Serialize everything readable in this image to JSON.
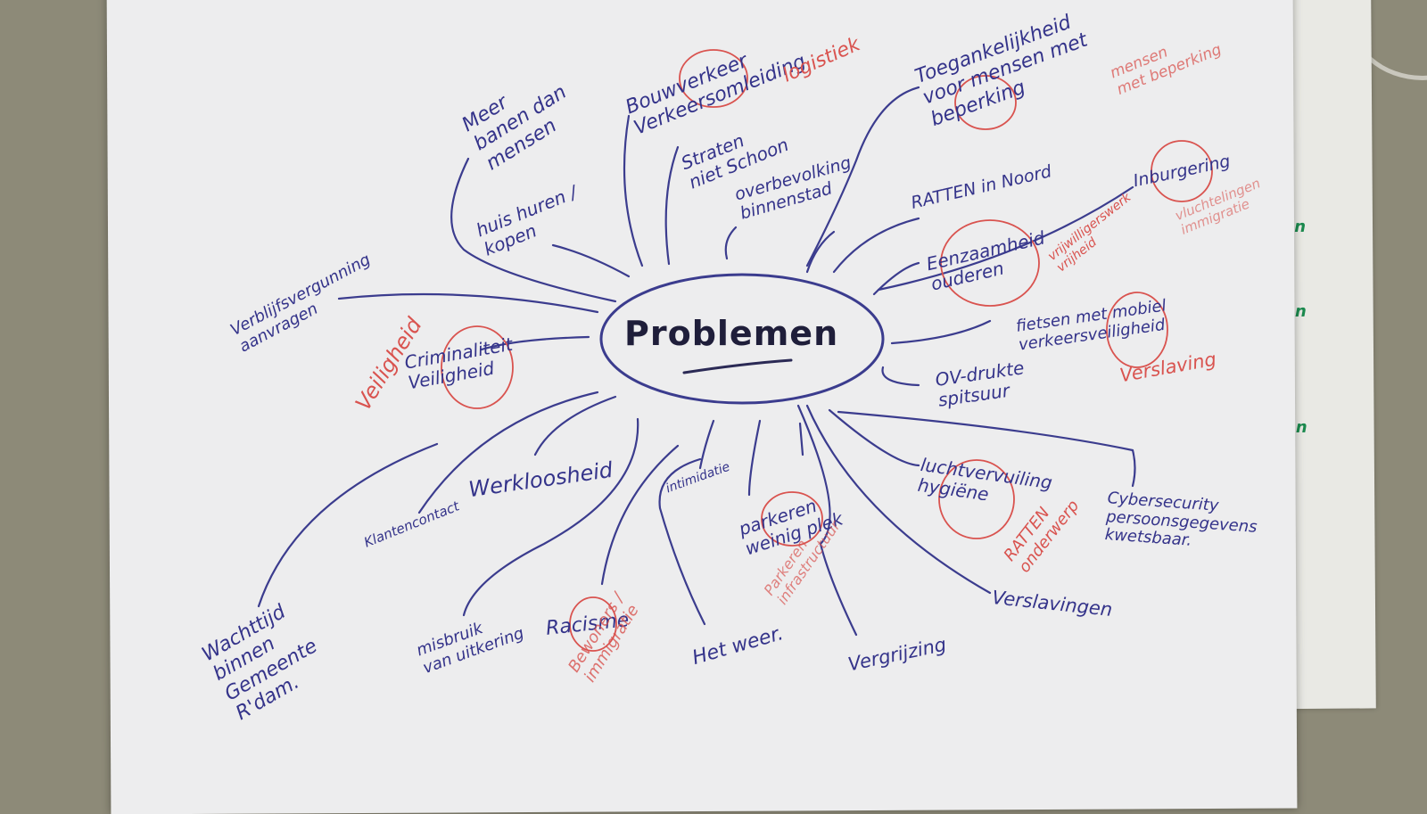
{
  "center": {
    "title": "Problemen"
  },
  "blue_labels": [
    "Meer\nbanen dan\nmensen",
    "Bouwverkeer\nVerkeersomleiding",
    "Toegankelijkheid\nvoor mensen met\nbeperking",
    "Straten\nniet Schoon",
    "overbevolking\nbinnenstad",
    "huis huren /\nkopen",
    "RATTEN in Noord",
    "Inburgering",
    "Eenzaamheid\nouderen",
    "Verblijfsvergunning\naanvragen",
    "Criminaliteit\nVeiligheid",
    "fietsen met mobiel\nverkeersveiligheid",
    "OV-drukte\nspitsuur",
    "Werkloosheid",
    "intimidatie",
    "luchtvervuiling\nhygiëne",
    "Cybersecurity\npersoonsgegevens\nkwetsbaar.",
    "Klantencontact",
    "parkeren\nweinig plek",
    "Verslavingen",
    "Wachttijd\nbinnen\nGemeente\nR'dam.",
    "misbruik\nvan uitkering",
    "Racisme",
    "Het weer.",
    "Vergrijzing"
  ],
  "red_labels": [
    "logistiek",
    "mensen\nmet beperking",
    "vrijwilligerswerk\nvrijheid",
    "vluchtelingen\nimmigratie",
    "Veiligheid",
    "Verslaving",
    "RATTEN\nonderwerp",
    "Parkeren\ninfrastructuur",
    "Bewoners /\nimmigratie"
  ],
  "green_marks": [
    "~an",
    "~an",
    "~an"
  ],
  "colors": {
    "ink_blue": "#34338a",
    "ink_red": "#d9534f",
    "ink_green": "#1b8a4e",
    "paper": "#ededee",
    "desk": "#8d8a78"
  }
}
